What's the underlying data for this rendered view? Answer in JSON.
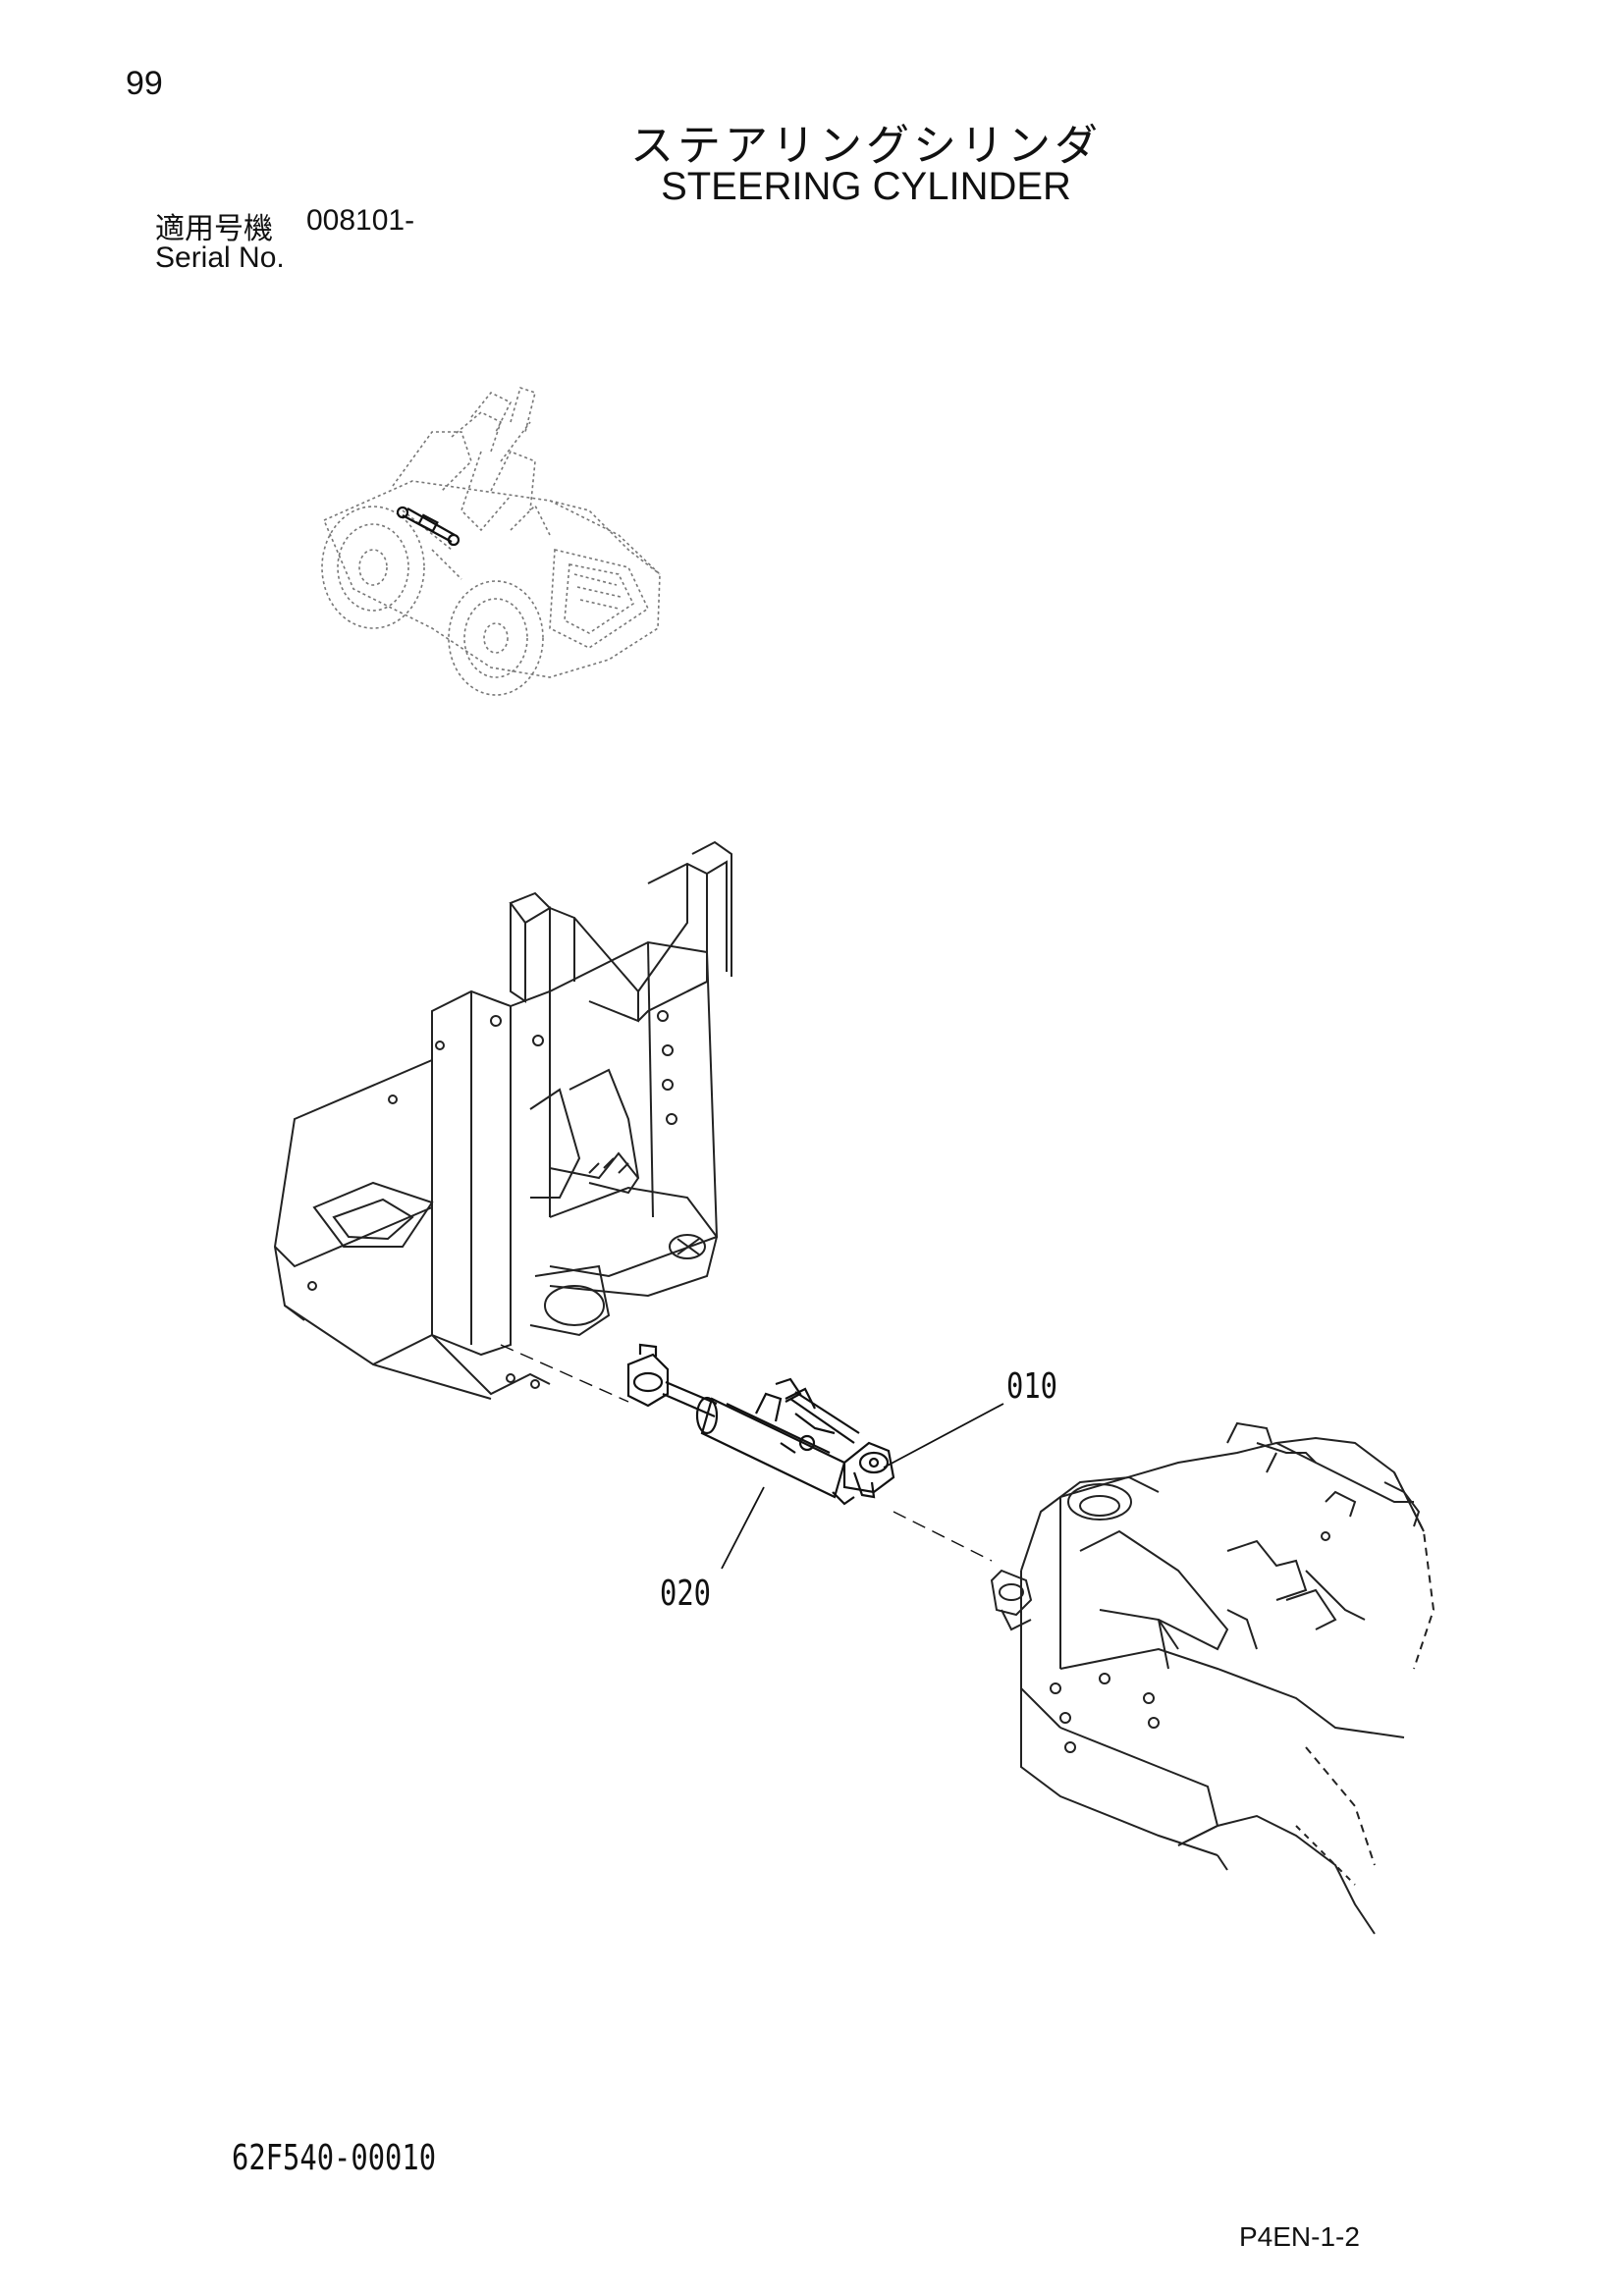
{
  "page_number": "99",
  "title_jp": "ステアリングシリンダ",
  "title_en": "STEERING CYLINDER",
  "serial": {
    "label_jp": "適用号機",
    "value": "008101-",
    "label_en": "Serial No."
  },
  "callouts": {
    "part_010": "010",
    "part_020": "020"
  },
  "document_code": "62F540-00010",
  "page_code": "P4EN-1-2"
}
